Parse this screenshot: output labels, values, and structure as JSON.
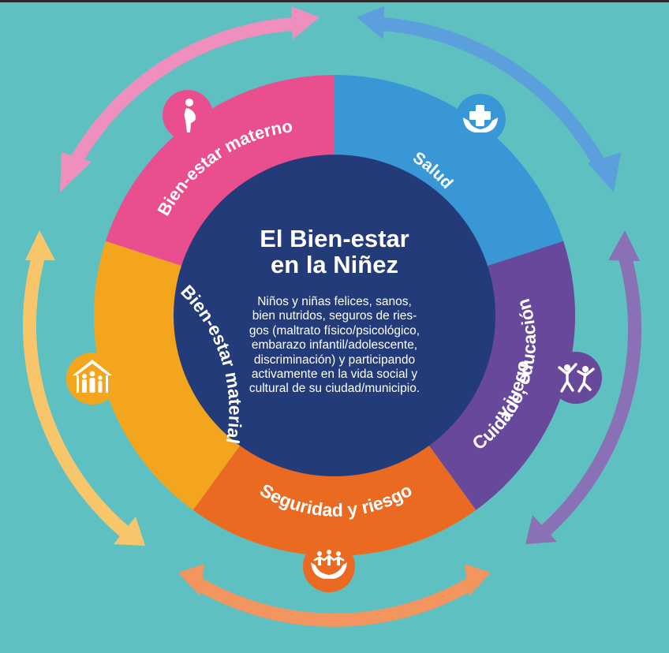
{
  "title": {
    "line1": "El Bien-estar",
    "line2": "en la Niñez"
  },
  "description": [
    "Niños y niñas felices, sanos,",
    "bien nutridos, seguros de ries-",
    "gos (maltrato físico/psicológico,",
    "embarazo infantil/adolescente,",
    "discriminación) y participando",
    "activamente en la vida social y",
    "cultural de su ciudad/municipio."
  ],
  "segments": [
    {
      "label": "Salud",
      "color": "#3a97d6",
      "icon": "health-hands-cross-icon"
    },
    {
      "label_lines": [
        "Cuidado, educación",
        "y juego"
      ],
      "color": "#67489a",
      "icon": "playing-children-icon"
    },
    {
      "label": "Seguridad y riesgo",
      "color": "#ea6a21",
      "icon": "protected-children-icon"
    },
    {
      "label": "Bien-estar material",
      "color": "#f4a51e",
      "icon": "family-house-icon"
    },
    {
      "label": "Bien-estar materno",
      "color": "#e94f8e",
      "icon": "pregnant-woman-icon"
    }
  ],
  "colors": {
    "background": "#5fc0c2",
    "center": "#243b7a",
    "arrow_pink": "#ef8fbd",
    "arrow_blue": "#5b9fdc",
    "arrow_purple": "#8a70b5",
    "arrow_orange": "#f2955e",
    "arrow_yellow": "#f8c66a"
  }
}
